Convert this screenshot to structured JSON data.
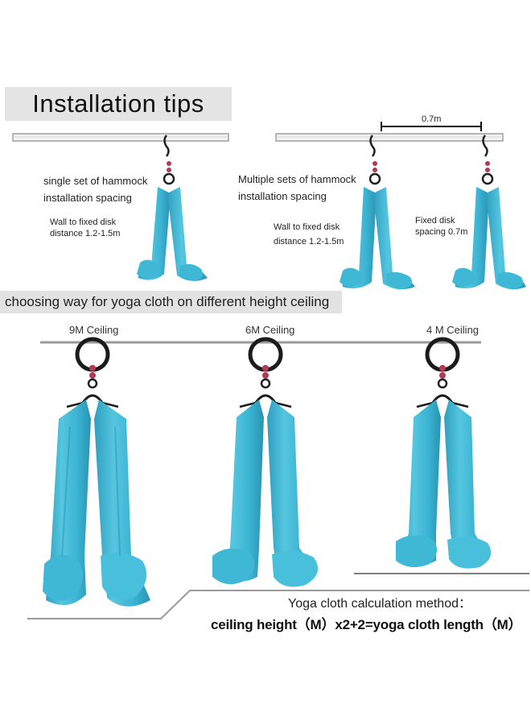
{
  "title": "Installation tips",
  "single": {
    "heading_line1": "single set of hammock",
    "heading_line2": "installation spacing",
    "note_line1": "Wall to fixed disk",
    "note_line2": "distance 1.2-1.5m"
  },
  "multiple": {
    "spacing_label": "0.7m",
    "heading_line1": "Multiple sets of hammock",
    "heading_line2": "installation spacing",
    "note_line1": "Wall to fixed disk",
    "note_line2": "distance 1.2-1.5m",
    "fixed_line1": "Fixed disk",
    "fixed_line2": "spacing 0.7m"
  },
  "banner": "choosing way for yoga cloth on different height ceiling",
  "ceilings": [
    "9M Ceiling",
    "6M Ceiling",
    "4 M Ceiling"
  ],
  "method": {
    "line1": "Yoga cloth calculation method：",
    "line2": "ceiling height（M）x2+2=yoga cloth length（M）"
  },
  "colors": {
    "fabric": "#3fb8d6",
    "fabric_dark": "#2a95b3",
    "ring": "#1b1b1b",
    "bead": "#b03a55",
    "bar": "#cfcfcf"
  }
}
